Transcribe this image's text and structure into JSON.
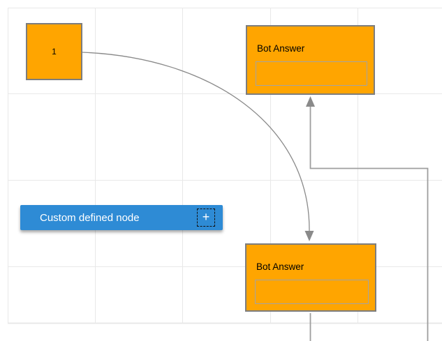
{
  "colors": {
    "canvas_bg": "#ffffff",
    "grid_line": "#e8e8e8",
    "node_orange": "#ffa500",
    "node_border": "#7d7d7d",
    "inner_box_border": "#a3a3a3",
    "blue_node": "#2e8bd5",
    "custom_node_text": "#ffffff",
    "title_text": "#000000",
    "connector": "#9e9e9e",
    "curve": "#8a8a8a",
    "arrow": "#8a8a8a",
    "plus_marquee": "#111111"
  },
  "nodes": {
    "start": {
      "label": "1"
    },
    "bot_answer_top": {
      "title": "Bot Answer",
      "input_value": ""
    },
    "bot_answer_bottom": {
      "title": "Bot Answer",
      "input_value": ""
    },
    "custom": {
      "label": "Custom defined node",
      "plus_glyph": "+"
    }
  },
  "connectors": {
    "curve": {
      "type": "bezier",
      "from": "start",
      "to": "bot_answer_bottom",
      "arrow": "down"
    },
    "orthogonal": {
      "type": "orthogonal",
      "from": "bot_answer_bottom",
      "to": "bot_answer_top",
      "arrow": "up"
    }
  }
}
